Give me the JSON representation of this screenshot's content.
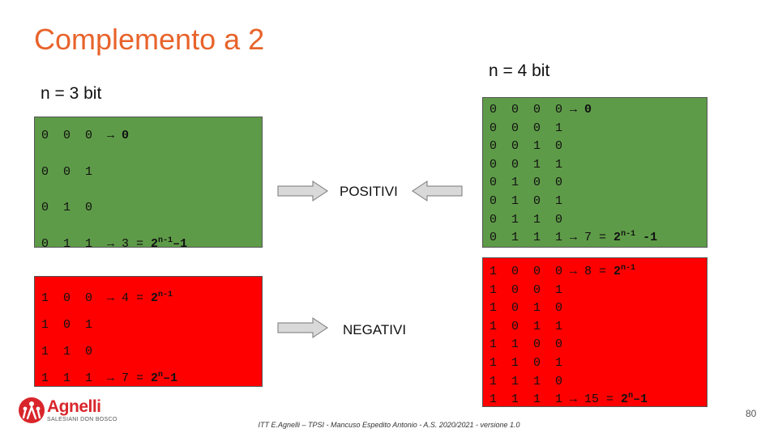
{
  "title": "Complemento a 2",
  "left_heading": "n = 3 bit",
  "right_heading": "n = 4 bit",
  "labels": {
    "positivi": "POSITIVI",
    "negativi": "NEGATIVI"
  },
  "box3_pos": [
    {
      "bits": "0  0  0  ",
      "note": "→ ",
      "bold": "0",
      "sup": "",
      "tail": ""
    },
    {
      "bits": "0  0  1",
      "note": "",
      "bold": "",
      "sup": "",
      "tail": ""
    },
    {
      "bits": "0  1  0",
      "note": "",
      "bold": "",
      "sup": "",
      "tail": ""
    },
    {
      "bits": "0  1  1  ",
      "note": "→ 3 = ",
      "bold": "2",
      "sup": "n-1",
      "tail": "–1"
    }
  ],
  "box3_neg": [
    {
      "bits": "1  0  0  ",
      "note": "→ 4 = ",
      "bold": "2",
      "sup": "n-1",
      "tail": ""
    },
    {
      "bits": "1  0  1",
      "note": "",
      "bold": "",
      "sup": "",
      "tail": ""
    },
    {
      "bits": "1  1  0",
      "note": "",
      "bold": "",
      "sup": "",
      "tail": ""
    },
    {
      "bits": "1  1  1  ",
      "note": "→ 7 = ",
      "bold": "2",
      "sup": "n",
      "tail": "–1"
    }
  ],
  "box4_pos": [
    {
      "bits": "0  0  0  0 ",
      "note": "→ ",
      "bold": "0",
      "sup": "",
      "tail": ""
    },
    {
      "bits": "0  0  0  1",
      "note": "",
      "bold": "",
      "sup": "",
      "tail": ""
    },
    {
      "bits": "0  0  1  0",
      "note": "",
      "bold": "",
      "sup": "",
      "tail": ""
    },
    {
      "bits": "0  0  1  1",
      "note": "",
      "bold": "",
      "sup": "",
      "tail": ""
    },
    {
      "bits": "0  1  0  0",
      "note": "",
      "bold": "",
      "sup": "",
      "tail": ""
    },
    {
      "bits": "0  1  0  1",
      "note": "",
      "bold": "",
      "sup": "",
      "tail": ""
    },
    {
      "bits": "0  1  1  0",
      "note": "",
      "bold": "",
      "sup": "",
      "tail": ""
    },
    {
      "bits": "0  1  1  1 ",
      "note": "→ 7 = ",
      "bold": "2",
      "sup": "n-1",
      "tail": " -1"
    }
  ],
  "box4_neg": [
    {
      "bits": "1  0  0  0 ",
      "note": "→ 8 = ",
      "bold": "2",
      "sup": "n-1",
      "tail": ""
    },
    {
      "bits": "1  0  0  1",
      "note": "",
      "bold": "",
      "sup": "",
      "tail": ""
    },
    {
      "bits": "1  0  1  0",
      "note": "",
      "bold": "",
      "sup": "",
      "tail": ""
    },
    {
      "bits": "1  0  1  1",
      "note": "",
      "bold": "",
      "sup": "",
      "tail": ""
    },
    {
      "bits": "1  1  0  0",
      "note": "",
      "bold": "",
      "sup": "",
      "tail": ""
    },
    {
      "bits": "1  1  0  1",
      "note": "",
      "bold": "",
      "sup": "",
      "tail": ""
    },
    {
      "bits": "1  1  1  0",
      "note": "",
      "bold": "",
      "sup": "",
      "tail": ""
    },
    {
      "bits": "1  1  1  1 ",
      "note": "→ 15 = ",
      "bold": "2",
      "sup": "n",
      "tail": "–1"
    }
  ],
  "footer": "ITT E.Agnelli – TPSI  - Mancuso Espedito Antonio - A.S. 2020/2021  - versione 1.0",
  "page_number": "80",
  "logo": {
    "name": "Agnelli",
    "subtitle": "SALESIANI DON BOSCO"
  },
  "colors": {
    "title": "#e8632b",
    "positive": "#5e9b48",
    "negative": "#ff0000",
    "arrow": "#d9d9d9"
  }
}
